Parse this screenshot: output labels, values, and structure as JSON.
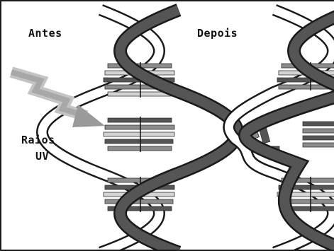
{
  "labels": {
    "before": "Antes",
    "after": "Depois",
    "rays_line1": "Raios",
    "rays_line2": "UV"
  },
  "colors": {
    "strand_fill": "#555555",
    "strand_outline": "#1a1a1a",
    "strand_back": "#ffffff",
    "base_dark": "#555555",
    "base_mid": "#8c8c8c",
    "base_light": "#d4d4d4",
    "uv_arrow": "#a8a8a8"
  }
}
